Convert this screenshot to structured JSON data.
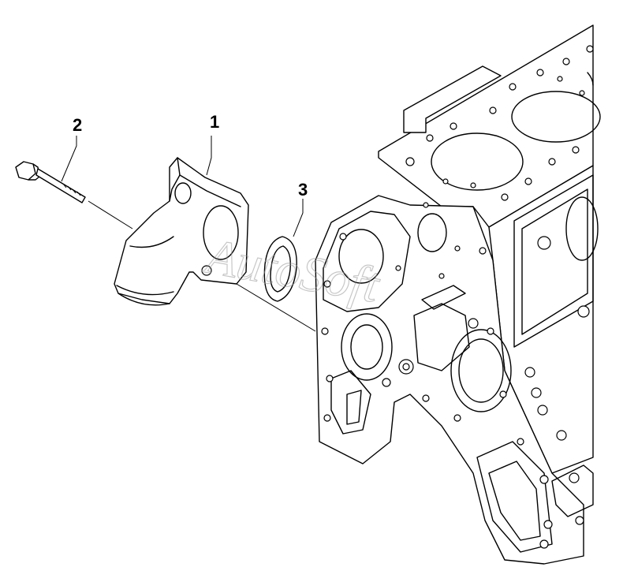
{
  "callouts": {
    "part_1": "1",
    "part_2": "2",
    "part_3": "3"
  },
  "watermark": "AutoSoft",
  "colors": {
    "line": "#000000",
    "background": "#ffffff",
    "watermark": "#9a9a9a"
  }
}
